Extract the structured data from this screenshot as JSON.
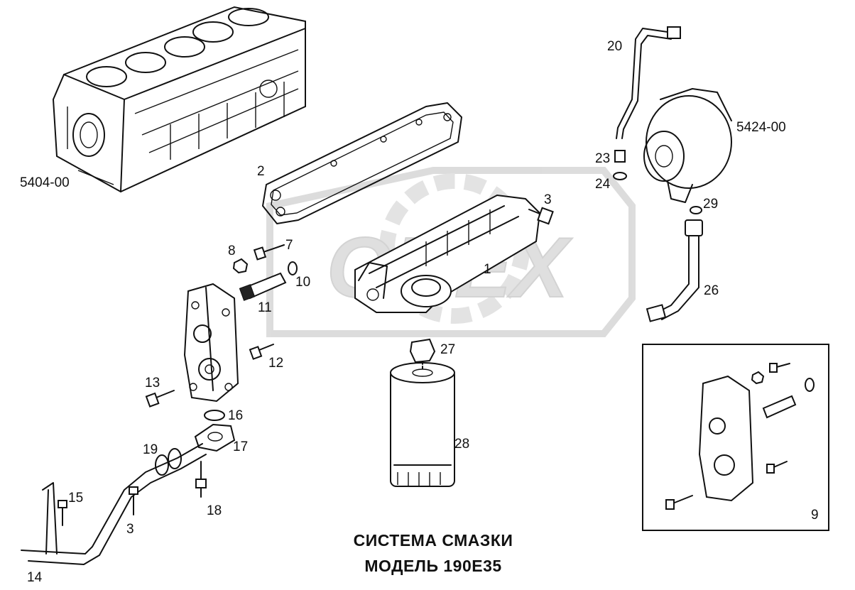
{
  "caption": {
    "line1": "СИСТЕМА СМАЗКИ",
    "line2": "МОДЕЛЬ 190E35"
  },
  "watermark": {
    "text": "OREX",
    "color": "#d9d9d9"
  },
  "labels": {
    "block": "5404-00",
    "turbo": "5424-00",
    "p1": "1",
    "p2": "2",
    "p3a": "3",
    "p3b": "3",
    "p7": "7",
    "p8": "8",
    "p9": "9",
    "p10": "10",
    "p11": "11",
    "p12": "12",
    "p13": "13",
    "p14": "14",
    "p15": "15",
    "p16": "16",
    "p17": "17",
    "p18": "18",
    "p19": "19",
    "p20": "20",
    "p23": "23",
    "p24": "24",
    "p26": "26",
    "p27": "27",
    "p28": "28",
    "p29": "29"
  }
}
